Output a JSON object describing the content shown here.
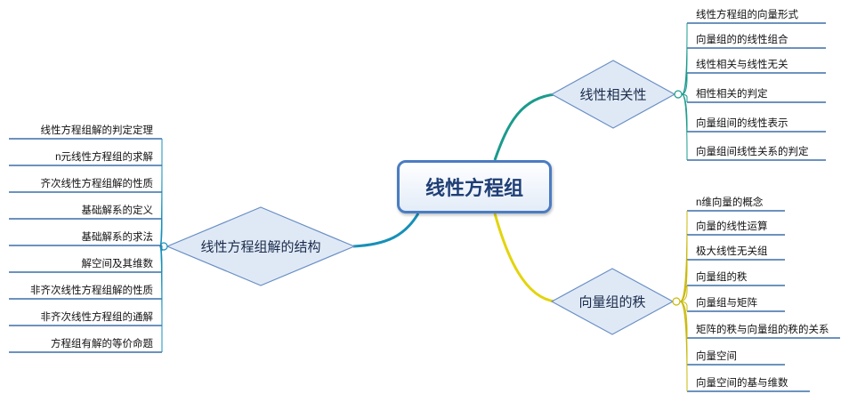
{
  "central": {
    "label": "线性方程组"
  },
  "branches": {
    "linear_dependence": {
      "label": "线性相关性",
      "color": "#1a9b8c",
      "items": [
        "线性方程组的向量形式",
        "向量组的的线性组合",
        "线性相关与线性无关",
        "相性相关的判定",
        "向量组间的线性表示",
        "向量组间线性关系的判定"
      ]
    },
    "rank": {
      "label": "向量组的秩",
      "color": "#e3d40c",
      "items": [
        "n维向量的概念",
        "向量的线性运算",
        "极大线性无关组",
        "向量组的秩",
        "向量组与矩阵",
        "矩阵的秩与向量组的秩的关系",
        "向量空间",
        "向量空间的基与维数"
      ]
    },
    "solution_structure": {
      "label": "线性方程组解的结构",
      "color": "#1790b8",
      "items": [
        "线性方程组解的判定定理",
        "n元线性方程组的求解",
        "齐次线性方程组解的性质",
        "基础解系的定义",
        "基础解系的求法",
        "解空间及其维数",
        "非齐次线性方程组解的性质",
        "非齐次线性方程组的通解",
        "方程组有解的等价命题"
      ]
    }
  },
  "style": {
    "leaf_underline": "#3b6ea8",
    "diamond_fill": "#dfe9f6",
    "diamond_stroke": "#6a8fc4"
  }
}
